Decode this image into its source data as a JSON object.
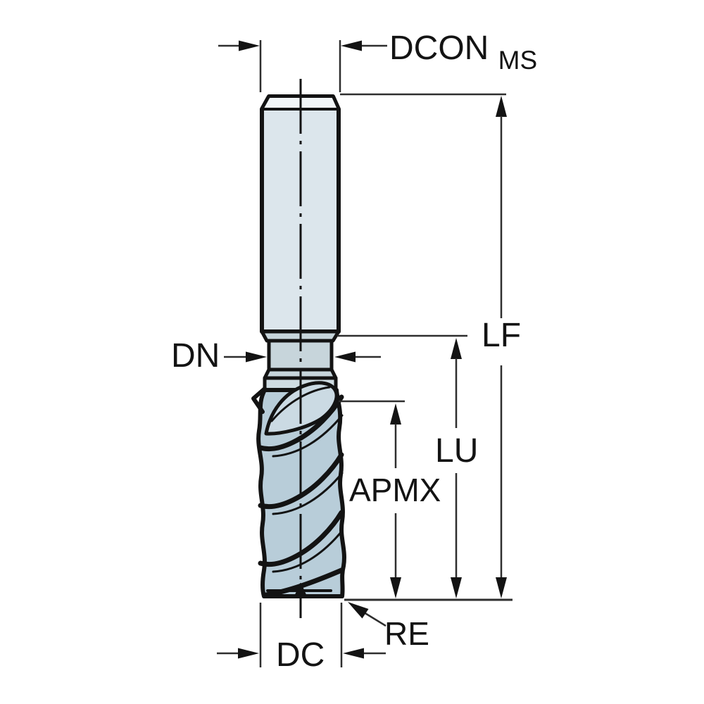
{
  "diagram": {
    "background": "#ffffff",
    "colors": {
      "outline": "#131313",
      "dimension_line": "#2e2e2e",
      "shank_fill": "#dce6ec",
      "shank_top_fill": "#f2f6f8",
      "neck_fill": "#c7d5db",
      "collar_fill": "#cfdce2",
      "flute_fill": "#b8cdd9",
      "flute_face_fill": "#cbdae3"
    },
    "labels": {
      "dcon_base": "DCON",
      "dcon_subscript": "MS",
      "lf": "LF",
      "lu": "LU",
      "apmx": "APMX",
      "dn": "DN",
      "dc": "DC",
      "re": "RE"
    }
  }
}
